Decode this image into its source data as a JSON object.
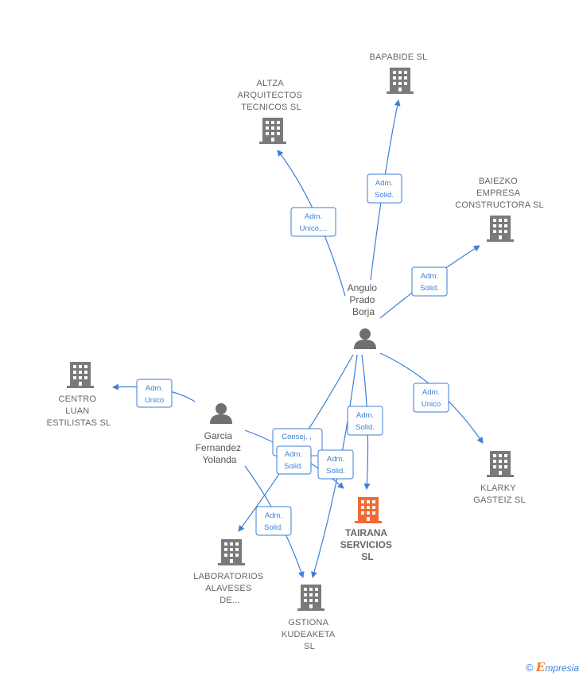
{
  "nodes": {
    "angulo": {
      "type": "person",
      "label": [
        "Angulo",
        "Prado",
        "Borja"
      ]
    },
    "garcia": {
      "type": "person",
      "label": [
        "Garcia",
        "Fernandez",
        "Yolanda"
      ]
    },
    "bapabide": {
      "type": "company",
      "label": [
        "BAPABIDE SL"
      ]
    },
    "altza": {
      "type": "company",
      "label": [
        "ALTZA",
        "ARQUITECTOS",
        "TECNICOS SL"
      ]
    },
    "baiezko": {
      "type": "company",
      "label": [
        "BAIEZKO",
        "EMPRESA",
        "CONSTRUCTORA SL"
      ]
    },
    "centro": {
      "type": "company",
      "label": [
        "CENTRO",
        "LUAN",
        "ESTILISTAS  SL"
      ]
    },
    "klarky": {
      "type": "company",
      "label": [
        "KLARKY",
        "GASTEIZ  SL"
      ]
    },
    "tairana": {
      "type": "company",
      "focus": true,
      "label": [
        "TAIRANA",
        "SERVICIOS",
        "SL"
      ]
    },
    "laboratorios": {
      "type": "company",
      "label": [
        "LABORATORIOS",
        "ALAVESES",
        "DE..."
      ]
    },
    "gstiona": {
      "type": "company",
      "label": [
        "GSTIONA",
        "KUDEAKETA",
        "SL"
      ]
    }
  },
  "edges": [
    {
      "id": "e-angulo-bapabide",
      "from": "angulo",
      "to": "bapabide",
      "label": [
        "Adm.",
        "Solid."
      ]
    },
    {
      "id": "e-angulo-altza",
      "from": "angulo",
      "to": "altza",
      "label": [
        "Adm.",
        "Unico,..."
      ]
    },
    {
      "id": "e-angulo-baiezko",
      "from": "angulo",
      "to": "baiezko",
      "label": [
        "Adm.",
        "Solid."
      ]
    },
    {
      "id": "e-angulo-klarky",
      "from": "angulo",
      "to": "klarky",
      "label": [
        "Adm.",
        "Unico"
      ]
    },
    {
      "id": "e-angulo-tairana",
      "from": "angulo",
      "to": "tairana",
      "label": [
        "Adm.",
        "Solid."
      ]
    },
    {
      "id": "e-angulo-laboratorios",
      "from": "angulo",
      "to": "laboratorios",
      "label": [
        "Consej. ,",
        "..."
      ]
    },
    {
      "id": "e-angulo-gstiona",
      "from": "angulo",
      "to": "gstiona",
      "label": [
        "Adm.",
        "Solid."
      ]
    },
    {
      "id": "e-garcia-centro",
      "from": "garcia",
      "to": "centro",
      "label": [
        "Adm.",
        "Unico"
      ]
    },
    {
      "id": "e-garcia-tairana",
      "from": "garcia",
      "to": "tairana",
      "label": [
        "Adm.",
        "Solid."
      ]
    },
    {
      "id": "e-garcia-gstiona",
      "from": "garcia",
      "to": "gstiona",
      "label": [
        "Adm.",
        "Solid."
      ]
    }
  ],
  "colors": {
    "edge": "#3b7fd6",
    "company_icon": "#7a7a7a",
    "focus_icon": "#f26a32",
    "person_icon": "#6f6f6f",
    "label": "#666666"
  },
  "footer": {
    "copyright": "©",
    "brand_first": "E",
    "brand_rest": "mpresia"
  }
}
